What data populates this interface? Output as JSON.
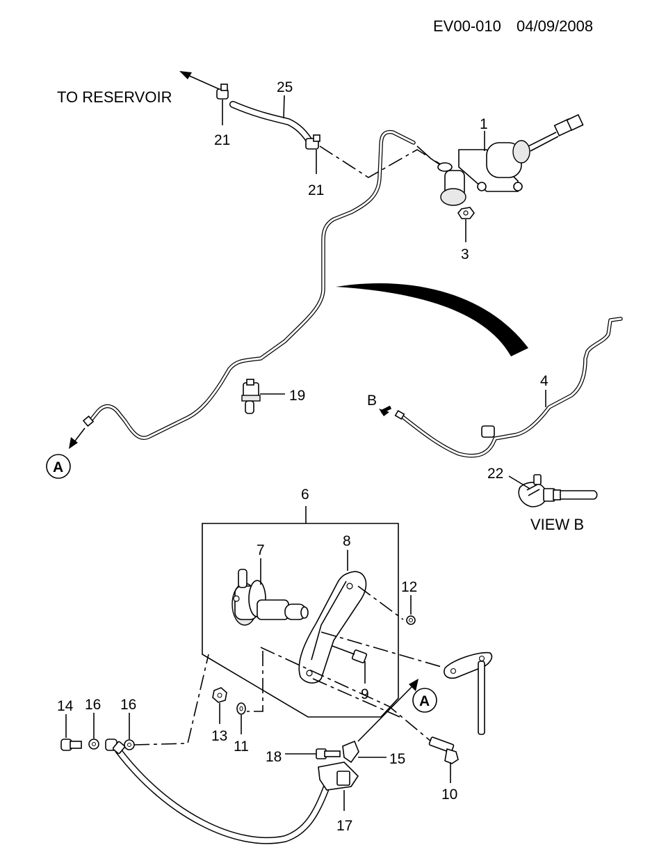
{
  "header": {
    "code": "EV00-010",
    "date": "04/09/2008"
  },
  "notes": {
    "to_reservoir": "TO RESERVOIR",
    "view_b": "VIEW B",
    "arrow_b": "B"
  },
  "callouts": {
    "c1": "1",
    "c3": "3",
    "c4": "4",
    "c6": "6",
    "c7": "7",
    "c8": "8",
    "c9": "9",
    "c10": "10",
    "c11": "11",
    "c12": "12",
    "c13": "13",
    "c14": "14",
    "c15": "15",
    "c16a": "16",
    "c16b": "16",
    "c17": "17",
    "c18": "18",
    "c19": "19",
    "c21a": "21",
    "c21b": "21",
    "c22": "22",
    "c25": "25"
  },
  "refs": {
    "a_left": "A",
    "a_right": "A"
  }
}
